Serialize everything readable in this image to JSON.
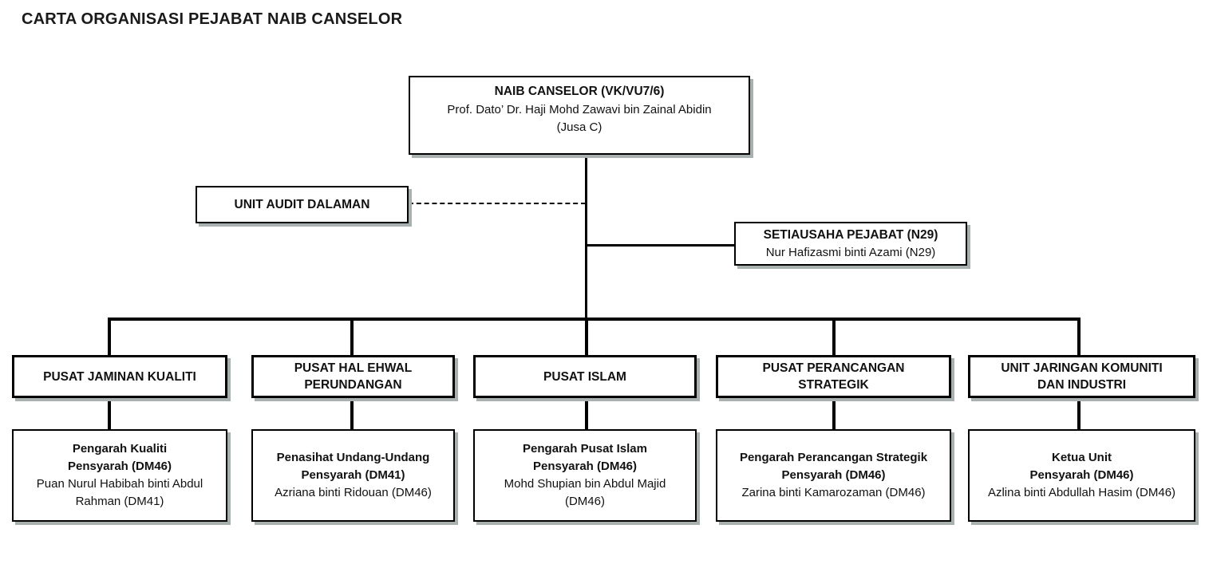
{
  "page": {
    "title": "CARTA ORGANISASI PEJABAT NAIB CANSELOR"
  },
  "colors": {
    "background": "#ffffff",
    "line": "#000000",
    "box_border": "#000000",
    "box_fill": "#ffffff",
    "shadow": "#a9b1b0",
    "text": "#111111"
  },
  "org": {
    "root": {
      "post": "NAIB CANSELOR (VK/VU7/6)",
      "name": "Prof. Dato’ Dr. Haji Mohd Zawavi bin Zainal Abidin",
      "grade": "(Jusa C)"
    },
    "audit_unit": {
      "label": "UNIT AUDIT DALAMAN"
    },
    "secretary": {
      "post": "SETIAUSAHA PEJABAT (N29)",
      "name": "Nur Hafizasmi binti Azami (N29)"
    },
    "departments": [
      {
        "unit": "PUSAT JAMINAN KUALITI",
        "role": "Pengarah Kualiti",
        "grade": "Pensyarah (DM46)",
        "person": "Puan Nurul Habibah binti Abdul Rahman (DM41)"
      },
      {
        "unit": "PUSAT HAL EHWAL PERUNDANGAN",
        "role": "Penasihat Undang-Undang",
        "grade": "Pensyarah (DM41)",
        "person": "Azriana binti Ridouan (DM46)"
      },
      {
        "unit": "PUSAT ISLAM",
        "role": "Pengarah Pusat Islam",
        "grade": "Pensyarah (DM46)",
        "person": "Mohd Shupian bin Abdul Majid (DM46)"
      },
      {
        "unit": "PUSAT PERANCANGAN STRATEGIK",
        "role": "Pengarah Perancangan Strategik",
        "grade": "Pensyarah (DM46)",
        "person": "Zarina binti Kamarozaman (DM46)"
      },
      {
        "unit": "UNIT JARINGAN KOMUNITI DAN INDUSTRI",
        "role": "Ketua Unit",
        "grade": "Pensyarah (DM46)",
        "person": "Azlina binti Abdullah Hasim (DM46)"
      }
    ]
  }
}
